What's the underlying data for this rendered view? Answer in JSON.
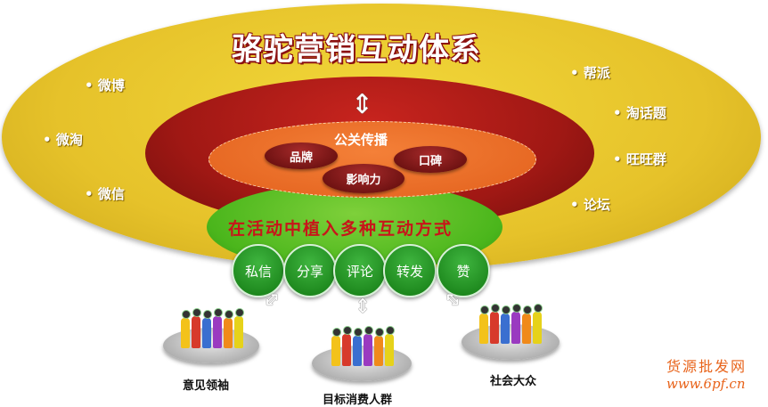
{
  "title": "骆驼营销互动体系",
  "left_channels": [
    "微博",
    "微淘",
    "微信"
  ],
  "right_channels": [
    "帮派",
    "淘话题",
    "旺旺群",
    "论坛"
  ],
  "core": {
    "label": "公关传播",
    "items": [
      "品牌",
      "口碑",
      "影响力"
    ]
  },
  "interaction": {
    "label": "在活动中植入多种互动方式",
    "methods": [
      "私信",
      "分享",
      "评论",
      "转发",
      "赞"
    ]
  },
  "audiences": [
    "意见领袖",
    "目标消费人群",
    "社会大众"
  ],
  "watermark": {
    "name": "货源批发网",
    "url": "www.6pf.cn"
  }
}
